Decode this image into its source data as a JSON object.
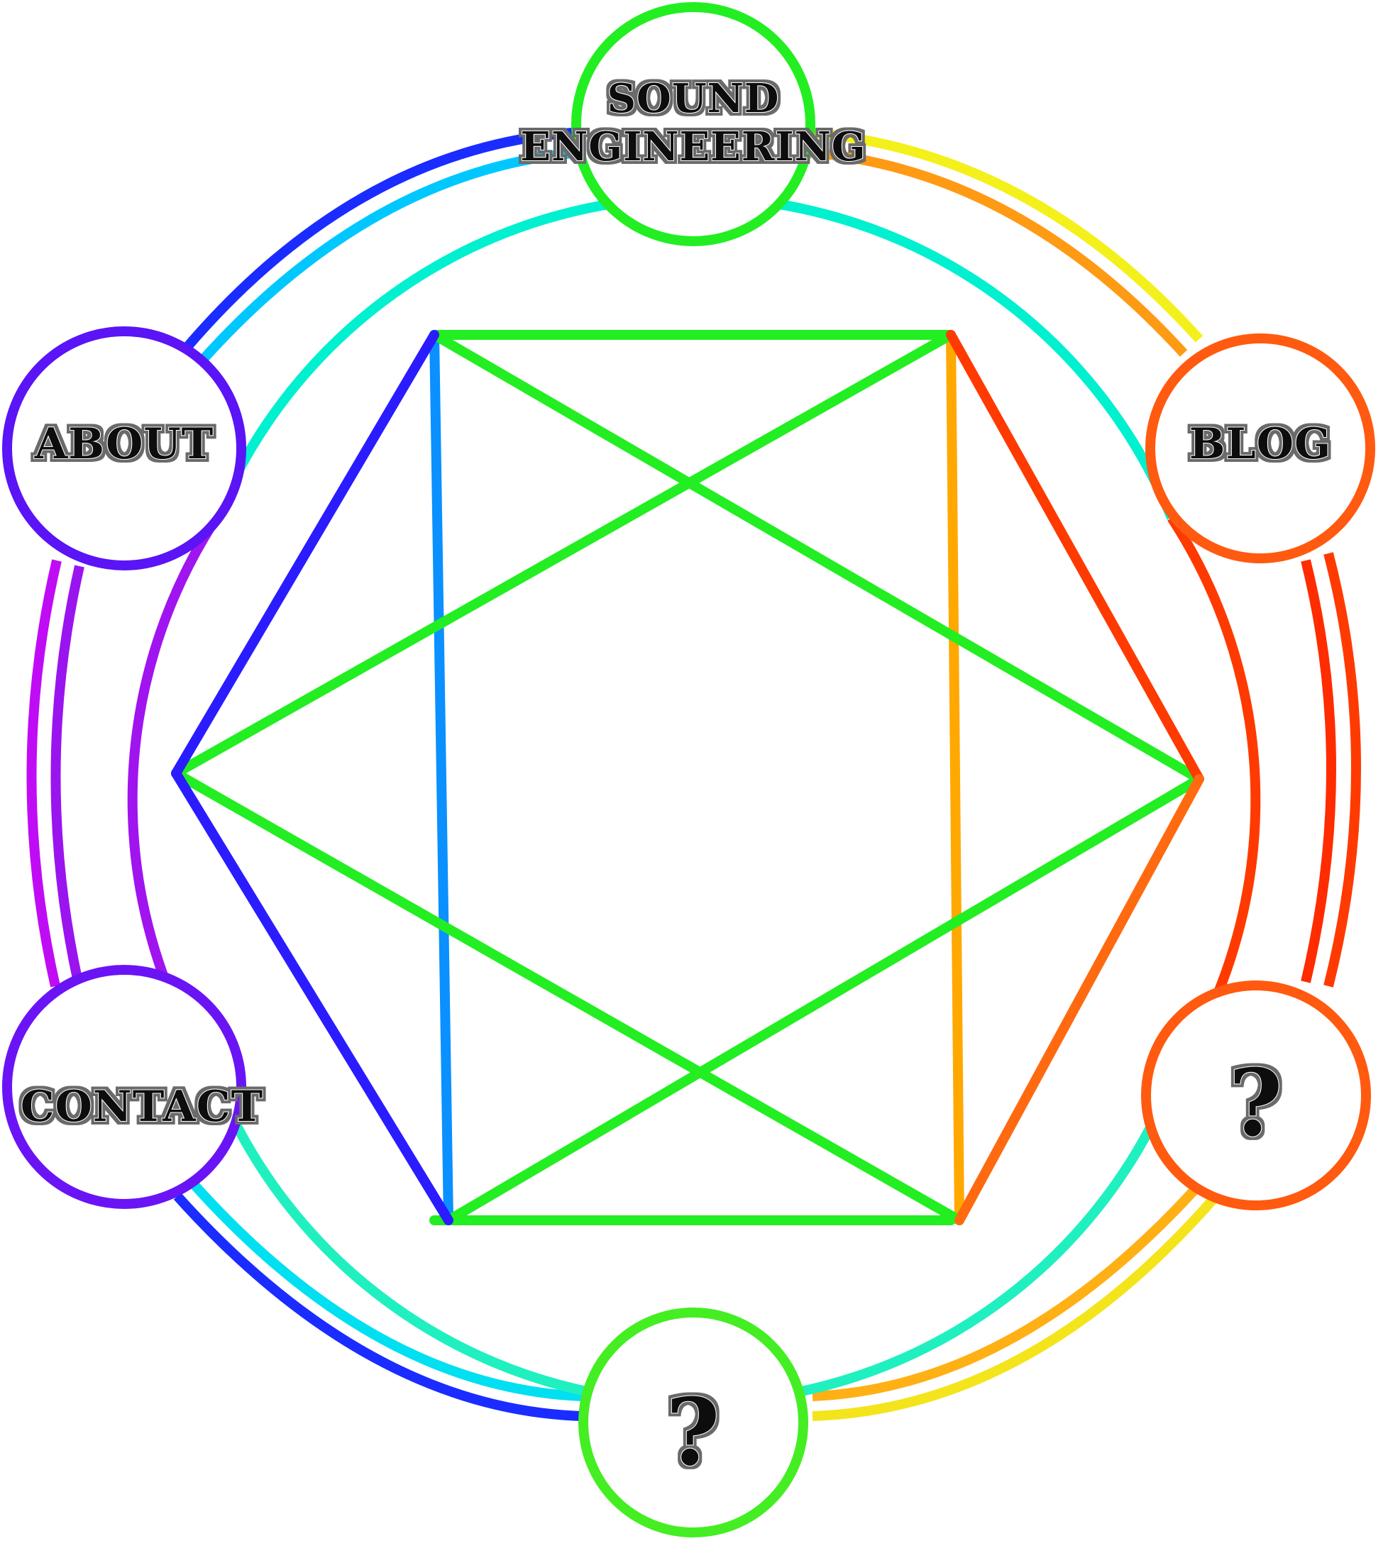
{
  "nav": {
    "sound_line1": "SOUND",
    "sound_line2": "ENGINEERING",
    "blog": "BLOG",
    "about": "ABOUT",
    "contact": "CONTACT",
    "unknown_right": "?",
    "unknown_bottom": "?"
  },
  "colors": {
    "background": "#ffffff",
    "green": "#22ee22",
    "cyan": "#00f0f0",
    "blue": "#1a2cff",
    "violet": "#8a14f0",
    "magenta": "#d20cf5",
    "yellow": "#f4f01c",
    "orange": "#ff8a14",
    "red": "#ff2c00",
    "label_fill": "#101010"
  }
}
